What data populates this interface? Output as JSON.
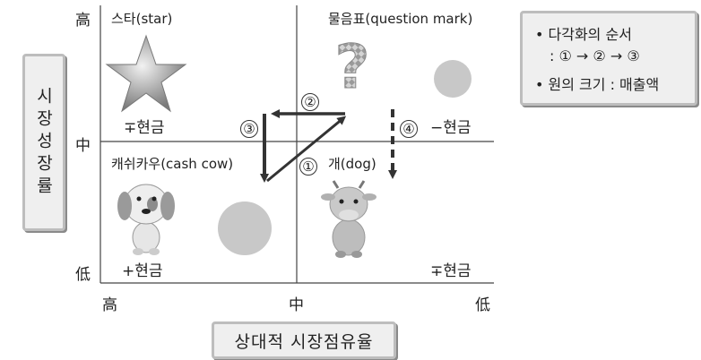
{
  "y_axis": {
    "label": "시장성장률",
    "high": "高",
    "mid": "中",
    "low": "低"
  },
  "x_axis": {
    "label": "상대적 시장점유율",
    "high": "高",
    "mid": "中",
    "low": "低"
  },
  "quadrants": {
    "star": {
      "label": "스타(star)",
      "cash": "∓현금"
    },
    "question": {
      "label": "물음표(question mark)",
      "cash": "−현금"
    },
    "cow": {
      "label": "캐쉬카우(cash cow)",
      "cash": "+현금"
    },
    "dog": {
      "label": "개(dog)",
      "cash": "∓현금"
    }
  },
  "steps": {
    "s1": "①",
    "s2": "②",
    "s3": "③",
    "s4": "④"
  },
  "legend": {
    "line1": "• 다각화의 순서",
    "line2": ": ① → ② → ③",
    "line3": "• 원의 크기 : 매출액"
  },
  "colors": {
    "circle": "#c8c8c8",
    "arrow": "#333333",
    "box_bg": "#efefef",
    "box_border": "#bdbdbd"
  },
  "icons": {
    "star": "star-icon",
    "question": "question-mark-icon",
    "cow": "cow-character-icon",
    "dog": "dog-character-icon"
  }
}
